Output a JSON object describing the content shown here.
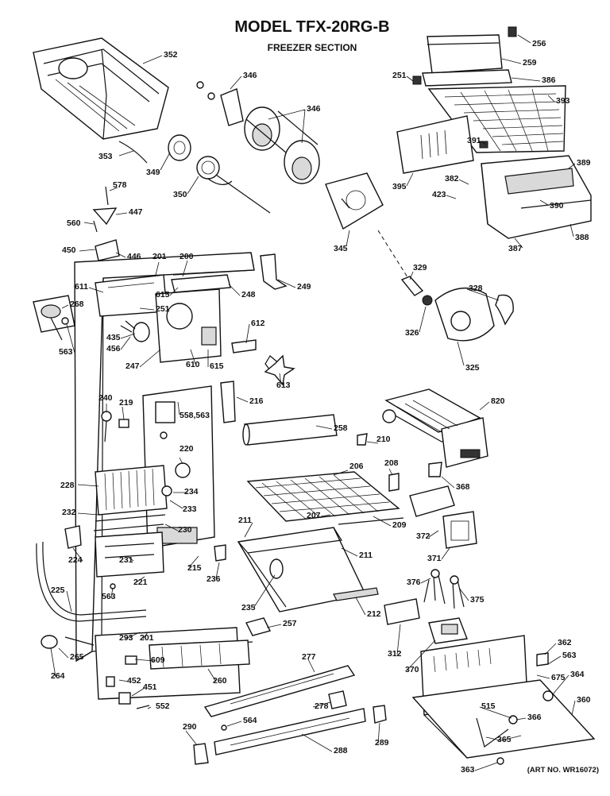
{
  "header": {
    "title": "MODEL TFX-20RG-B",
    "subtitle": "FREEZER SECTION"
  },
  "footer": {
    "art_number": "(ART NO. WR16072)"
  },
  "parts": {
    "p352": "352",
    "p346a": "346",
    "p346b": "346",
    "p353": "353",
    "p349": "349",
    "p350": "350",
    "p578": "578",
    "p447": "447",
    "p560": "560",
    "p450": "450",
    "p446": "446",
    "p345": "345",
    "p256": "256",
    "p259": "259",
    "p251a": "251",
    "p386": "386",
    "p393": "393",
    "p391": "391",
    "p395": "395",
    "p382": "382",
    "p423": "423",
    "p389": "389",
    "p390": "390",
    "p388": "388",
    "p387": "387",
    "p329": "329",
    "p328": "328",
    "p326": "326",
    "p325": "325",
    "p201a": "201",
    "p200": "200",
    "p249": "249",
    "p611": "611",
    "p615a": "615",
    "p248": "248",
    "p268": "268",
    "p251b": "251",
    "p563a": "563",
    "p435": "435",
    "p456": "456",
    "p247": "247",
    "p610": "610",
    "p615b": "615",
    "p612": "612",
    "p613": "613",
    "p240": "240",
    "p219": "219",
    "p558": "558,563",
    "p216": "216",
    "p258": "258",
    "p820": "820",
    "p210": "210",
    "p220": "220",
    "p206": "206",
    "p208": "208",
    "p368": "368",
    "p228": "228",
    "p234": "234",
    "p233": "233",
    "p232": "232",
    "p207": "207",
    "p230": "230",
    "p211a": "211",
    "p209": "209",
    "p372": "372",
    "p224": "224",
    "p231": "231",
    "p215": "215",
    "p211b": "211",
    "p371": "371",
    "p221": "221",
    "p236": "236",
    "p225": "225",
    "p563b": "563",
    "p376": "376",
    "p375": "375",
    "p235": "235",
    "p212": "212",
    "p257": "257",
    "p293": "293",
    "p201b": "201",
    "p265": "265",
    "p609": "609",
    "p312": "312",
    "p370": "370",
    "p277": "277",
    "p362": "362",
    "p563c": "563",
    "p264": "264",
    "p452": "452",
    "p260": "260",
    "p675": "675",
    "p364": "364",
    "p451": "451",
    "p278": "278",
    "p360": "360",
    "p552": "552",
    "p515": "515",
    "p564": "564",
    "p366": "366",
    "p290": "290",
    "p289": "289",
    "p365": "365",
    "p288": "288",
    "p363": "363"
  }
}
